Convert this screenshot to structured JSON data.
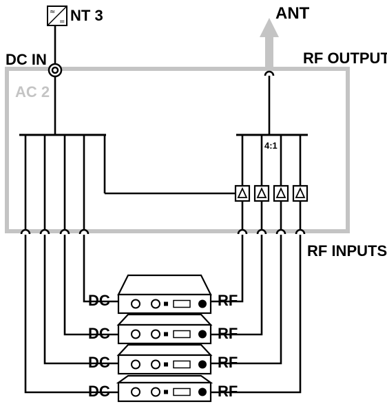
{
  "power_supply": {
    "label": "NT 3",
    "icon": "power-supply-icon"
  },
  "antenna": {
    "label": "ANT",
    "icon": "antenna-arrow-icon"
  },
  "splitter_box": {
    "label": "AC 2",
    "dc_in_label": "DC IN",
    "rf_output_label": "RF OUTPUT",
    "rf_inputs_label": "RF INPUTS",
    "combiner_ratio": "4:1",
    "amplifier_count": 4,
    "border_color": "#c4c4c4"
  },
  "receivers": [
    {
      "dc_label": "DC",
      "rf_label": "RF"
    },
    {
      "dc_label": "DC",
      "rf_label": "RF"
    },
    {
      "dc_label": "DC",
      "rf_label": "RF"
    },
    {
      "dc_label": "DC",
      "rf_label": "RF"
    }
  ]
}
